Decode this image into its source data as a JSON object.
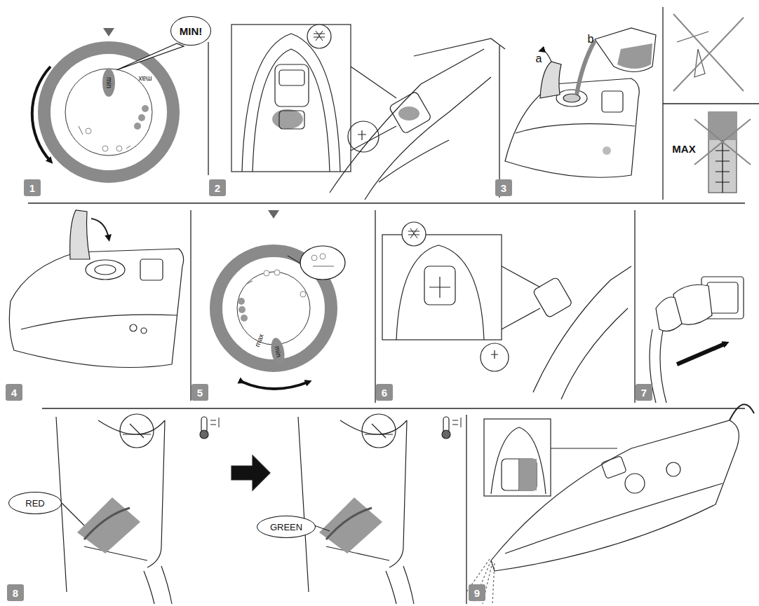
{
  "diagram": {
    "nodes": [
      {
        "text": [
          "MIN!"
        ]
      },
      {
        "text": [
          "min"
        ]
      },
      {
        "text": [
          "1"
        ]
      },
      {
        "text": [
          "2"
        ]
      },
      {
        "text": [
          "3"
        ]
      },
      {
        "text": [
          "4"
        ]
      },
      {
        "text": [
          "min"
        ]
      },
      {
        "text": [
          "5"
        ]
      },
      {
        "text": [
          "6"
        ]
      },
      {
        "text": [
          "7"
        ]
      },
      {
        "text": [
          "RED"
        ]
      },
      {
        "text": [
          "GREEN"
        ]
      },
      {
        "text": [
          "8"
        ]
      },
      {
        "text": [
          "9"
        ]
      }
    ],
    "labels": [
      "max",
      "a",
      "b",
      "MAX",
      "max"
    ]
  }
}
